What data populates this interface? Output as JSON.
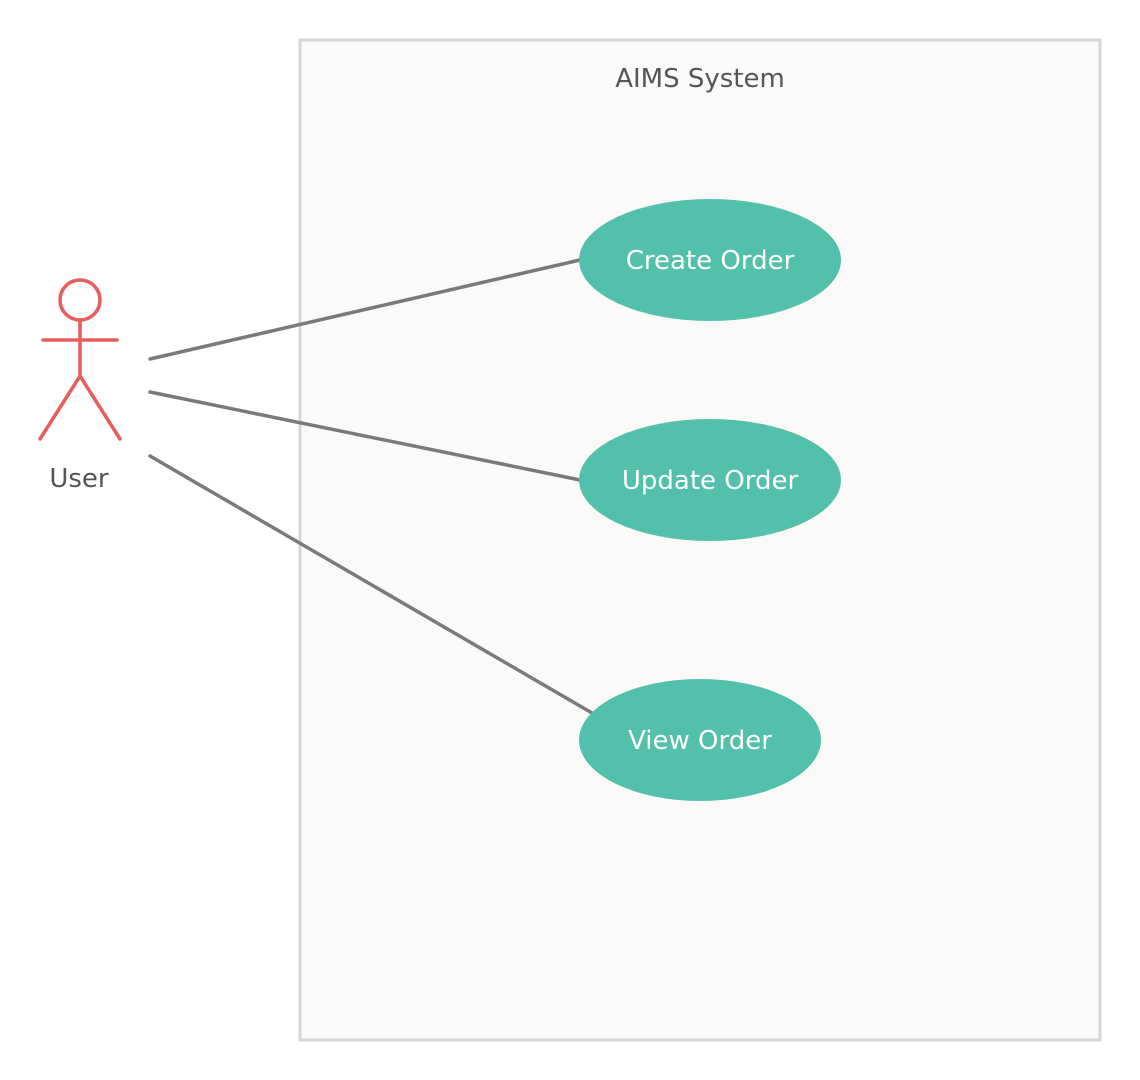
{
  "diagram": {
    "type": "use-case",
    "system": {
      "title": "AIMS System"
    },
    "actor": {
      "label": "User"
    },
    "use_cases": [
      {
        "label": "Create Order"
      },
      {
        "label": "Update Order"
      },
      {
        "label": "View Order"
      }
    ],
    "associations": [
      {
        "from": "User",
        "to": "Create Order"
      },
      {
        "from": "User",
        "to": "Update Order"
      },
      {
        "from": "User",
        "to": "View Order"
      }
    ]
  },
  "colors": {
    "actor": "#e85c5c",
    "use_case_fill": "#52c0aa",
    "use_case_text": "#ffffff",
    "association_line": "#7a7a7a",
    "system_border": "#d6d6d6",
    "system_fill": "#fbfaf9",
    "text": "#555555"
  }
}
